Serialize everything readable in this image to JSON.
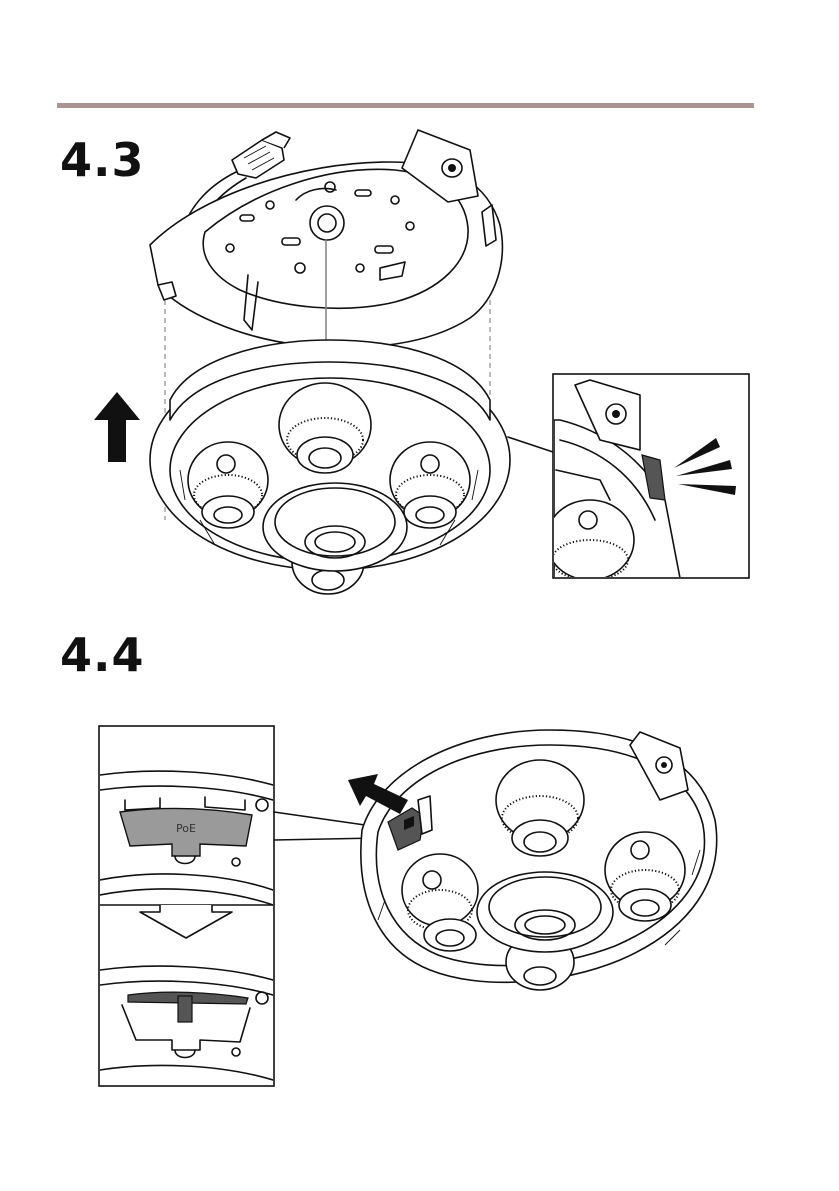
{
  "colors": {
    "rule": "#a9968e"
  },
  "steps": [
    {
      "number": "4.3"
    },
    {
      "number": "4.4"
    }
  ],
  "labels": {
    "poe": "PoE"
  },
  "icons": [
    "arrow-up-icon",
    "click-sound-icon",
    "slide-arrow-icon",
    "arrow-down-icon",
    "network-cable-icon"
  ]
}
